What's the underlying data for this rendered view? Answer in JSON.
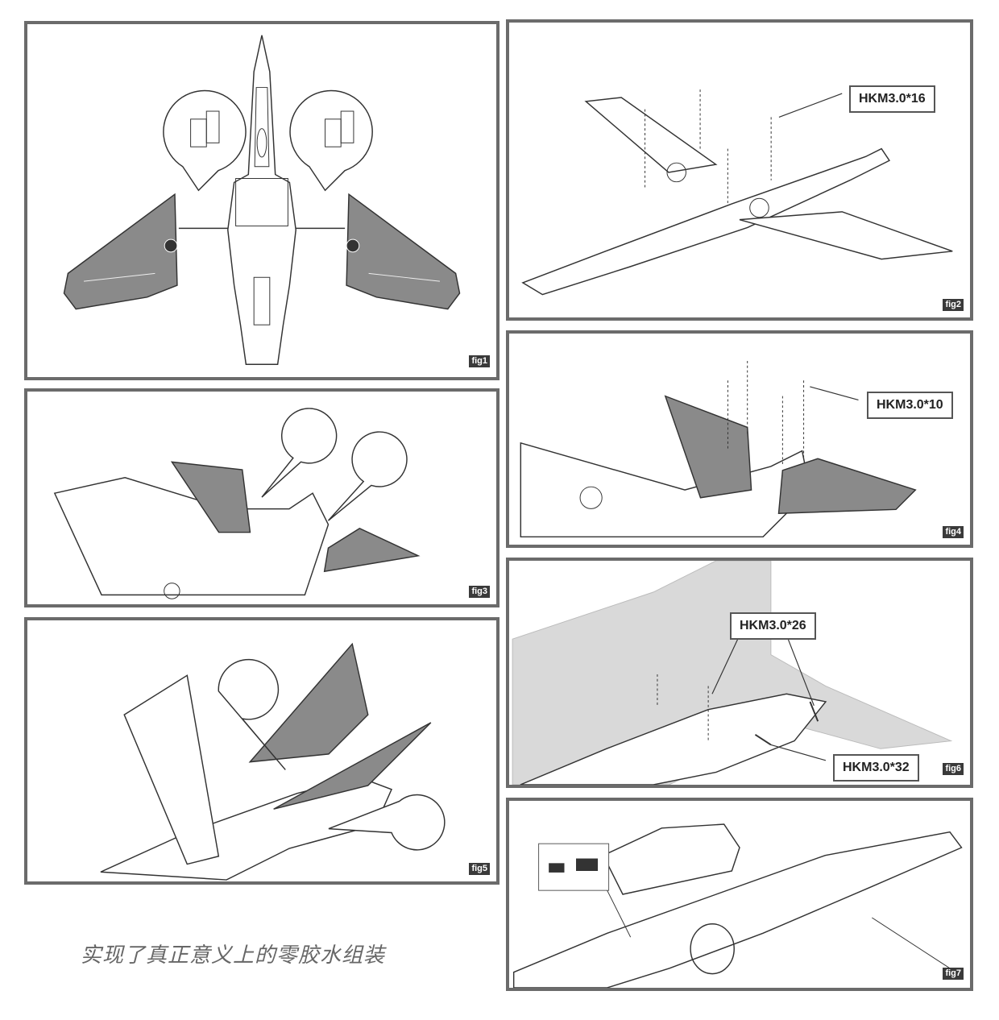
{
  "figures": {
    "fig1": {
      "tag": "fig1"
    },
    "fig2": {
      "tag": "fig2",
      "callout": "HKM3.0*16"
    },
    "fig3": {
      "tag": "fig3"
    },
    "fig4": {
      "tag": "fig4",
      "callout": "HKM3.0*10"
    },
    "fig5": {
      "tag": "fig5"
    },
    "fig6": {
      "tag": "fig6",
      "callout_top": "HKM3.0*26",
      "callout_bottom": "HKM3.0*32"
    },
    "fig7": {
      "tag": "fig7"
    }
  },
  "caption": "实现了真正意义上的零胶水组装",
  "colors": {
    "frame": "#6b6b6b",
    "part_fill": "#8a8a8a",
    "line": "#333333",
    "ghost": "#d9d9d9"
  }
}
